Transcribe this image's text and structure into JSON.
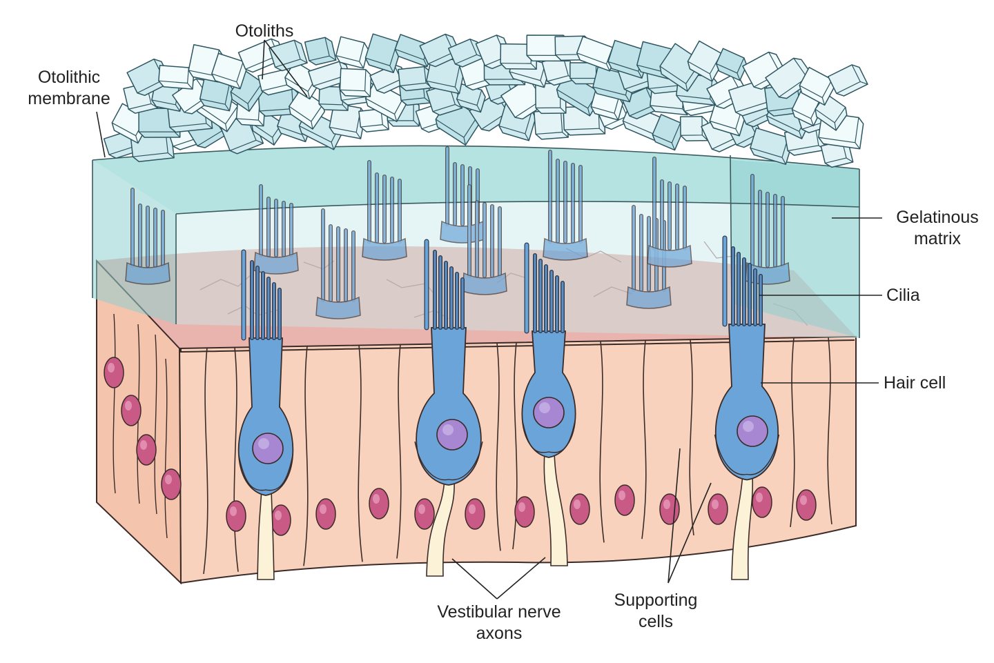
{
  "labels": {
    "otoliths": "Otoliths",
    "otolithic_membrane": [
      "Otolithic",
      "membrane"
    ],
    "gelatinous_matrix": [
      "Gelatinous",
      "matrix"
    ],
    "cilia": "Cilia",
    "hair_cell": "Hair cell",
    "vestibular_nerve_axons": [
      "Vestibular nerve",
      "axons"
    ],
    "supporting_cells": [
      "Supporting",
      "cells"
    ]
  },
  "colors": {
    "crystal_fill": "#e3f3f6",
    "crystal_stroke": "#2d5560",
    "membrane_teal": "#8fd0cf",
    "membrane_light": "#c6e9ea",
    "tissue_pink": "#f8d2bc",
    "tissue_surface": "#eab0aa",
    "hair_cell_blue": "#6aa4d8",
    "nucleus_purple": "#a787d2",
    "support_nucleus": "#c95a86",
    "axon": "#fbf2d8",
    "outline": "#3a2b28"
  }
}
